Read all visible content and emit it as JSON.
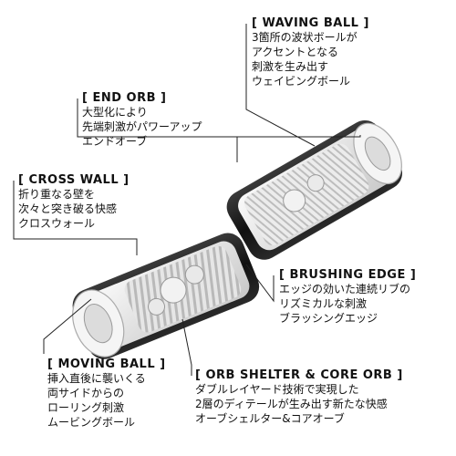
{
  "callouts": {
    "waving_ball": {
      "title": "[ WAVING BALL ]",
      "lines": [
        "3箇所の波状ボールが",
        "アクセントとなる",
        "刺激を生み出す",
        "ウェイビングボール"
      ]
    },
    "end_orb": {
      "title": "[ END ORB ]",
      "lines": [
        "大型化により",
        "先端刺激がパワーアップ",
        "エンドオーブ"
      ]
    },
    "cross_wall": {
      "title": "[ CROSS WALL ]",
      "lines": [
        "折り重なる壁を",
        "次々と突き破る快感",
        "クロスウォール"
      ]
    },
    "brushing_edge": {
      "title": "[ BRUSHING EDGE ]",
      "lines": [
        "エッジの効いた連続リブの",
        "リズミカルな刺激",
        "ブラッシングエッジ"
      ]
    },
    "moving_ball": {
      "title": "[ MOVING BALL ]",
      "lines": [
        "挿入直後に襲いくる",
        "両サイドからの",
        "ローリング刺激",
        "ムービングボール"
      ]
    },
    "orb_shelter": {
      "title": "[ ORB SHELTER & CORE ORB ]",
      "lines": [
        "ダブルレイヤード技術で実現した",
        "2層のディテールが生み出す新たな快感",
        "オーブシェルター&コアオーブ"
      ]
    }
  }
}
